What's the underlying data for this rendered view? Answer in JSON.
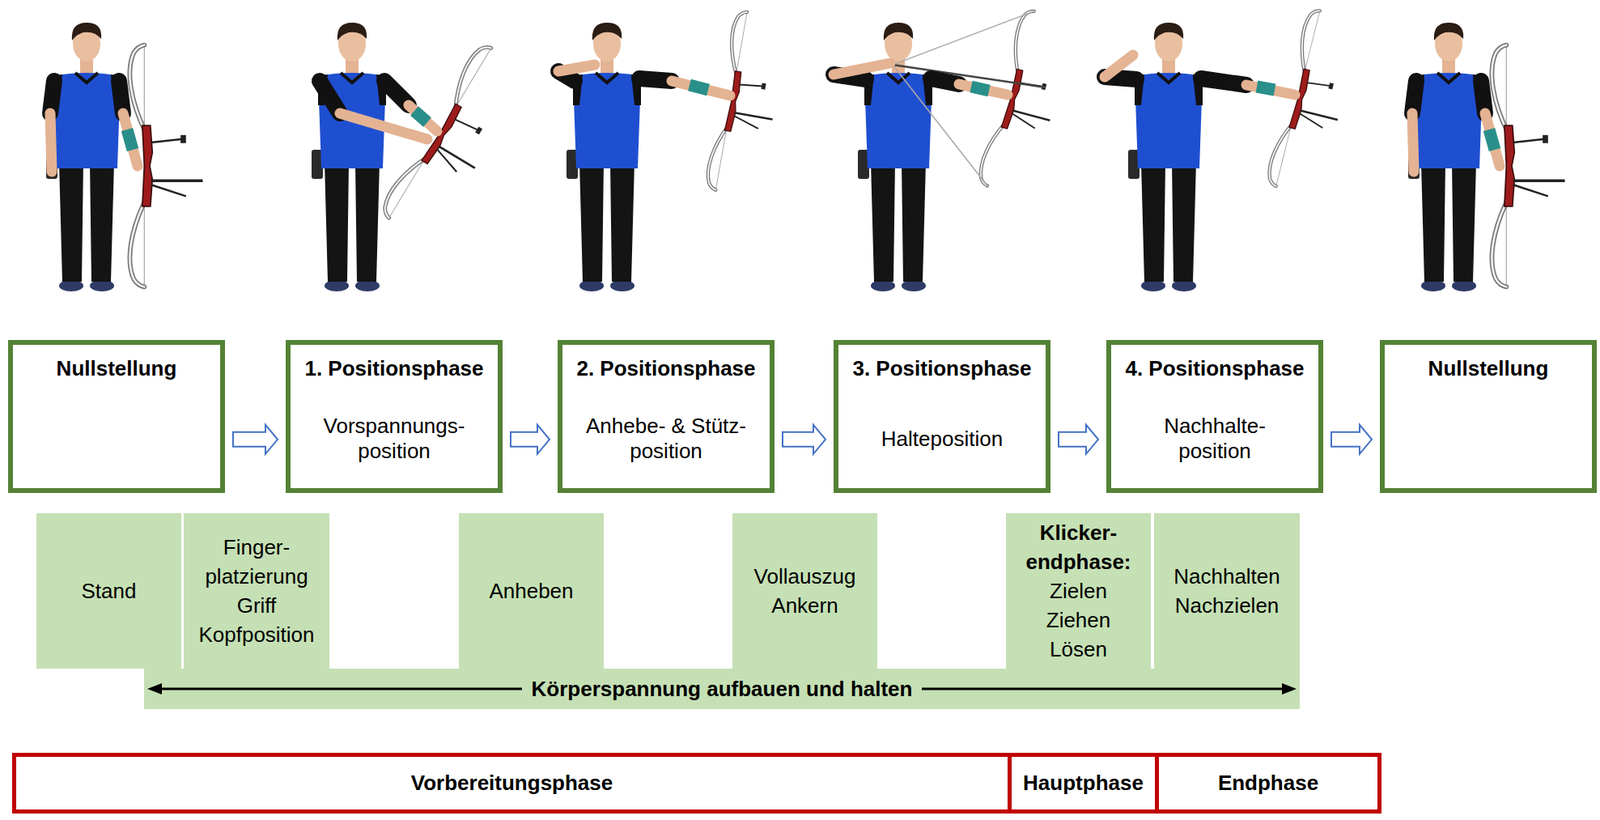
{
  "diagram": {
    "nodes": [
      {
        "text": [
          "Nullstellung"
        ]
      },
      {
        "text": [
          "1. Positionsphase",
          "Vorspannungs- position"
        ]
      },
      {
        "text": [
          "2. Positionsphase",
          "Anhebe- & Stütz- position"
        ]
      },
      {
        "text": [
          "3. Positionsphase",
          "Halteposition"
        ]
      },
      {
        "text": [
          "4. Positionsphase",
          "Nachhalte- position"
        ]
      },
      {
        "text": [
          "Nullstellung"
        ]
      },
      {
        "text": [
          "Stand"
        ]
      },
      {
        "text": [
          "Finger- platzierung",
          "Griff",
          "Kopfposition"
        ]
      },
      {
        "text": [
          "Anheben"
        ]
      },
      {
        "text": [
          "Vollauszug",
          "Ankern"
        ]
      },
      {
        "text": [
          "Klicker- endphase:",
          "Zielen",
          "Ziehen",
          "Lösen"
        ]
      },
      {
        "text": [
          "Nachhalten",
          "Nachzielen"
        ]
      },
      {
        "text": [
          "Körperspannung aufbauen und halten"
        ]
      },
      {
        "text": [
          "Vorbereitungsphase"
        ]
      },
      {
        "text": [
          "Hauptphase"
        ]
      },
      {
        "text": [
          "Endphase"
        ]
      }
    ],
    "edges": [
      {
        "from": 0,
        "to": 1,
        "arrow": "to"
      },
      {
        "from": 1,
        "to": 2,
        "arrow": "to"
      },
      {
        "from": 2,
        "to": 3,
        "arrow": "to"
      },
      {
        "from": 3,
        "to": 4,
        "arrow": "to"
      },
      {
        "from": 4,
        "to": 5,
        "arrow": "to"
      }
    ]
  }
}
